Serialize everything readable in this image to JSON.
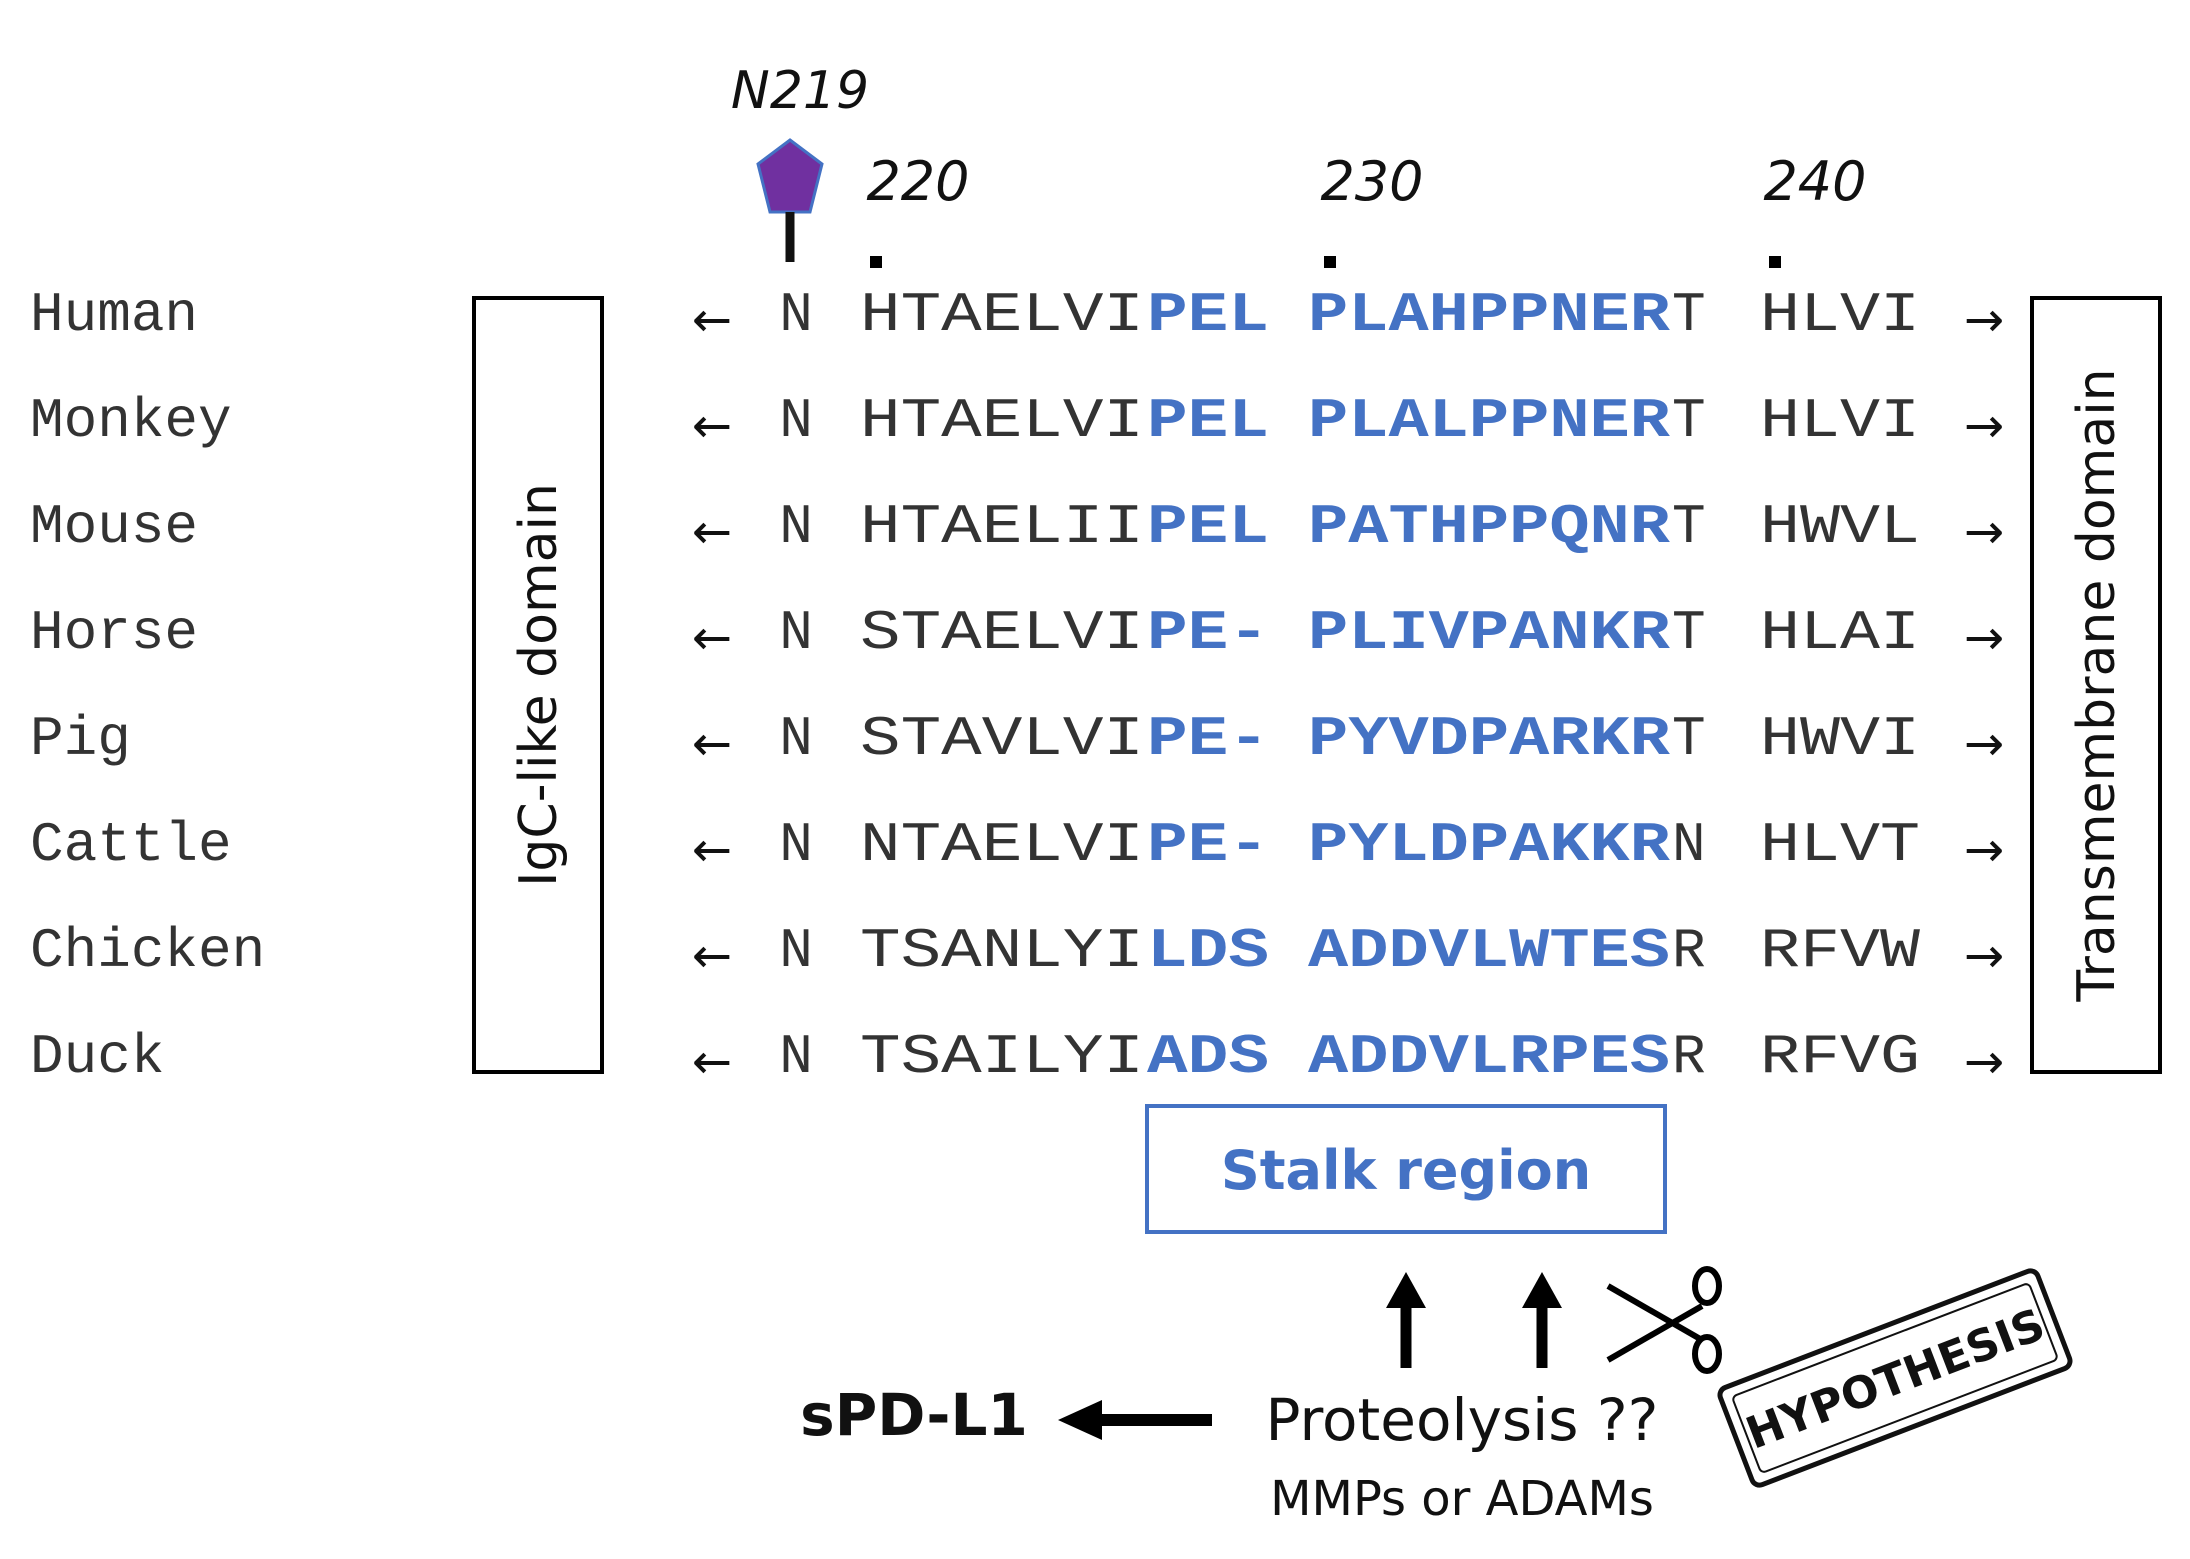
{
  "glyco_site": {
    "label": "N219",
    "color": "#7030a0"
  },
  "positions": [
    {
      "label": "220"
    },
    {
      "label": "230"
    },
    {
      "label": "240"
    }
  ],
  "species": [
    {
      "name": "Human",
      "n": "N",
      "seg1": "HTAELVI",
      "stalk_a": "PEL",
      "stalk_b": "PLAHPPNER",
      "seg2": "T",
      "seg3": "HLVI"
    },
    {
      "name": "Monkey",
      "n": "N",
      "seg1": "HTAELVI",
      "stalk_a": "PEL",
      "stalk_b": "PLALPPNER",
      "seg2": "T",
      "seg3": "HLVI"
    },
    {
      "name": "Mouse",
      "n": "N",
      "seg1": "HTAELII",
      "stalk_a": "PEL",
      "stalk_b": "PATHPPQNR",
      "seg2": "T",
      "seg3": "HWVL"
    },
    {
      "name": "Horse",
      "n": "N",
      "seg1": "STAELVI",
      "stalk_a": "PE-",
      "stalk_b": "PLIVPANKR",
      "seg2": "T",
      "seg3": "HLAI"
    },
    {
      "name": "Pig",
      "n": "N",
      "seg1": "STAVLVI",
      "stalk_a": "PE-",
      "stalk_b": "PYVDPARKR",
      "seg2": "T",
      "seg3": "HWVI"
    },
    {
      "name": "Cattle",
      "n": "N",
      "seg1": "NTAELVI",
      "stalk_a": "PE-",
      "stalk_b": "PYLDPAKKR",
      "seg2": "N",
      "seg3": "HLVT"
    },
    {
      "name": "Chicken",
      "n": "N",
      "seg1": "TSANLYI",
      "stalk_a": "LDS",
      "stalk_b": "ADDVLWTES",
      "seg2": "R",
      "seg3": "RFVW"
    },
    {
      "name": "Duck",
      "n": "N",
      "seg1": "TSAILYI",
      "stalk_a": "ADS",
      "stalk_b": "ADDVLRPES",
      "seg2": "R",
      "seg3": "RFVG"
    }
  ],
  "arrows": {
    "left": "←",
    "right": "→"
  },
  "domains": {
    "left": "IgC-like domain",
    "right": "Transmembrane domain"
  },
  "stalk_region": {
    "label": "Stalk region",
    "color": "#4472c4"
  },
  "bottom": {
    "product": "sPD-L1",
    "process": "Proteolysis ??",
    "enzymes": "MMPs or ADAMs"
  },
  "stamp": {
    "text": "HYPOTHESIS"
  },
  "colors": {
    "text": "#333333",
    "stalk_text": "#4472c4",
    "box_border": "#000000"
  },
  "icons": [
    "glycan-pentagon-icon",
    "scissors-icon",
    "up-arrow-icon",
    "left-arrow-icon"
  ]
}
